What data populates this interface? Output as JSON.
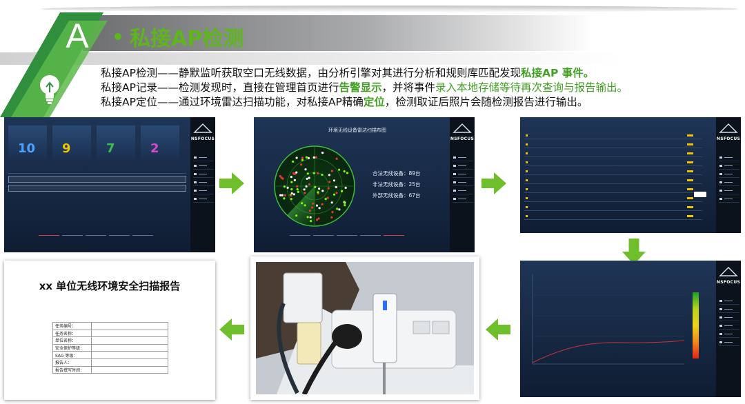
{
  "header": {
    "badge_letter": "A",
    "title": "私接AP检测"
  },
  "description": {
    "line1": {
      "prefix": "私接AP检测——静默监听获取空口无线数据，由分析引擎对其进行分析和规则库匹配发现",
      "highlight": "私接AP 事件。"
    },
    "line2": {
      "prefix": "私接AP记录——检测发现时，直接在管理首页进行",
      "highlight": "告警显示",
      "mid": "，并将事件",
      "highlight2": "录入本地存储等待再次查询与报告输出。"
    },
    "line3": {
      "prefix": "私接AP定位——通过环境雷达扫描功能，对私接AP精确",
      "highlight": "定位",
      "suffix": "，检测取证后照片会随检测报告进行输出。"
    }
  },
  "sidebar": {
    "brand": "NSFOCUS"
  },
  "panel_dashboard": {
    "stat_values": [
      "10",
      "9",
      "7",
      "2"
    ],
    "stat_colors": [
      "#4aa3ff",
      "#f0c400",
      "#3fbf4a",
      "#d54bc8"
    ]
  },
  "panel_radar": {
    "title": "环境无线设备雷达扫描布图",
    "legend": {
      "legal": "合法无线设备：89台",
      "illegal": "非法无线设备：25台",
      "external": "外部无线设备：67台"
    }
  },
  "report": {
    "title": "xx 单位无线环境安全扫描报告",
    "fields": [
      "任务编号：",
      "任务名称：",
      "单位名称：",
      "安全保护等级：",
      "SAG 等级：",
      "报告人：",
      "报告撰写时间："
    ]
  },
  "colors": {
    "accent_green": "#5fb51d",
    "arrow_green": "#6fbf2c",
    "panel_dark": "#1f3556"
  }
}
